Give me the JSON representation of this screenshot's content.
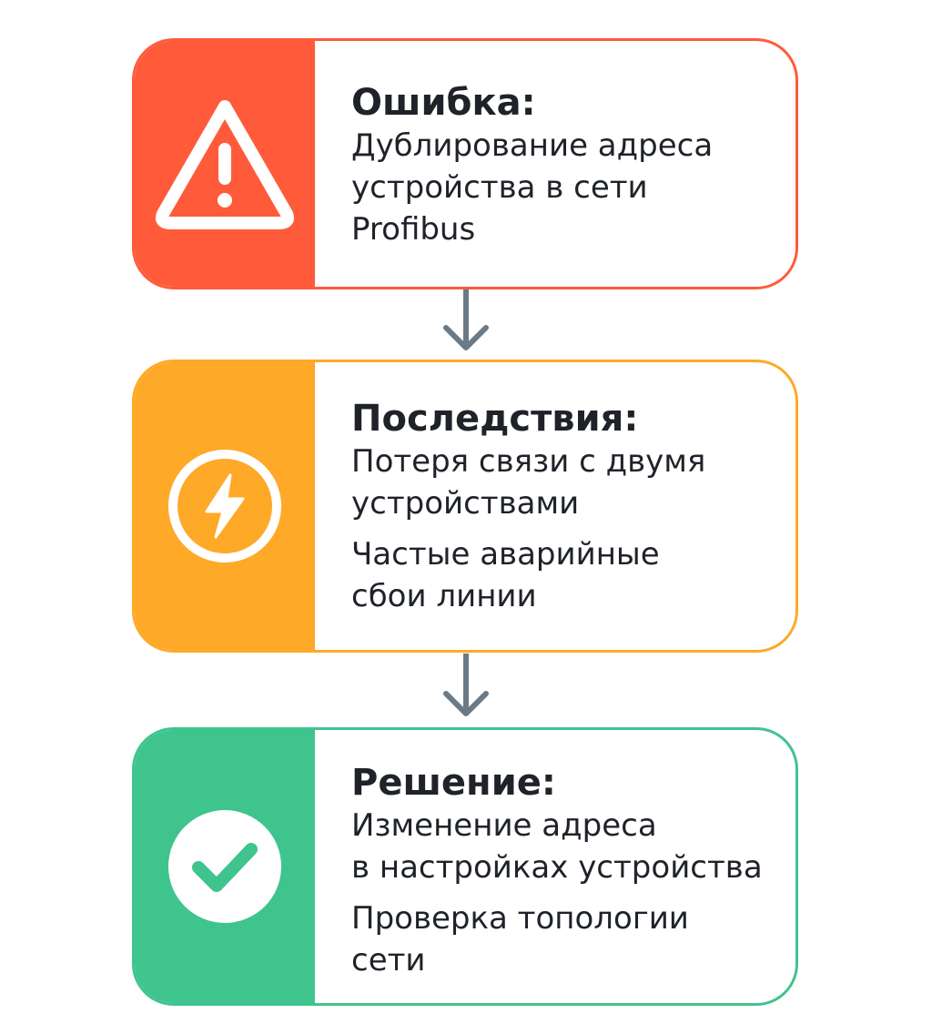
{
  "colors": {
    "error": "#ff5b3a",
    "consequences": "#ffa928",
    "solution": "#3fc48e",
    "arrow": "#6a7a86",
    "text": "#1f2329"
  },
  "error": {
    "icon": "warning-triangle-icon",
    "title": "Ошибка:",
    "lines": [
      "Дублирование адреса\nустройства в сети\nProfibus"
    ]
  },
  "consequences": {
    "icon": "lightning-bolt-icon",
    "title": "Последствия:",
    "lines": [
      "Потеря связи с двумя\nустройствами",
      "Частые аварийные\nсбои линии"
    ]
  },
  "solution": {
    "icon": "check-mark-icon",
    "title": "Решение:",
    "lines": [
      "Изменение адреса\nв настройках устройства",
      "Проверка топологии\nсети"
    ]
  }
}
